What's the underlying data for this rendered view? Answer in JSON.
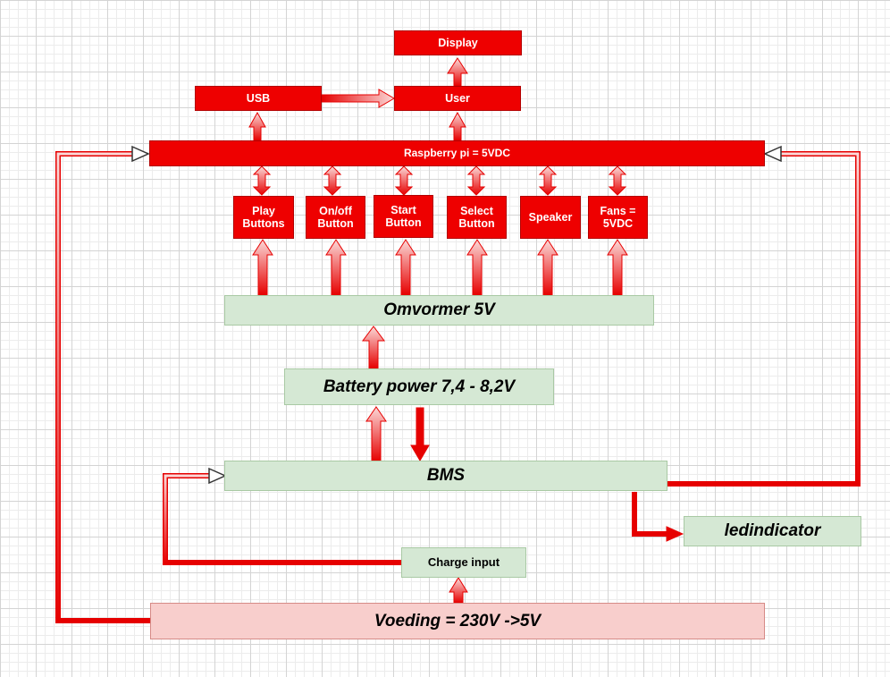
{
  "diagram": {
    "nodes": {
      "display": "Display",
      "usb": "USB",
      "user": "User",
      "raspberry": "Raspberry pi = 5VDC",
      "play_buttons": "Play\nButtons",
      "onoff_button": "On/off\nButton",
      "start_button": "Start\nButton",
      "select_button": "Select\nButton",
      "speaker": "Speaker",
      "fans": "Fans =\n5VDC",
      "omvormer": "Omvormer 5V",
      "battery": "Battery power 7,4 - 8,2V",
      "bms": "BMS",
      "ledindicator": "ledindicator",
      "charge_input": "Charge input",
      "voeding": "Voeding = 230V ->5V"
    },
    "colors": {
      "red_block": "#ee0000",
      "green_block": "#d5e8d4",
      "pink_block": "#f8cecc",
      "arrow_red": "#e60000",
      "arrow_light": "#f8cecc"
    }
  }
}
